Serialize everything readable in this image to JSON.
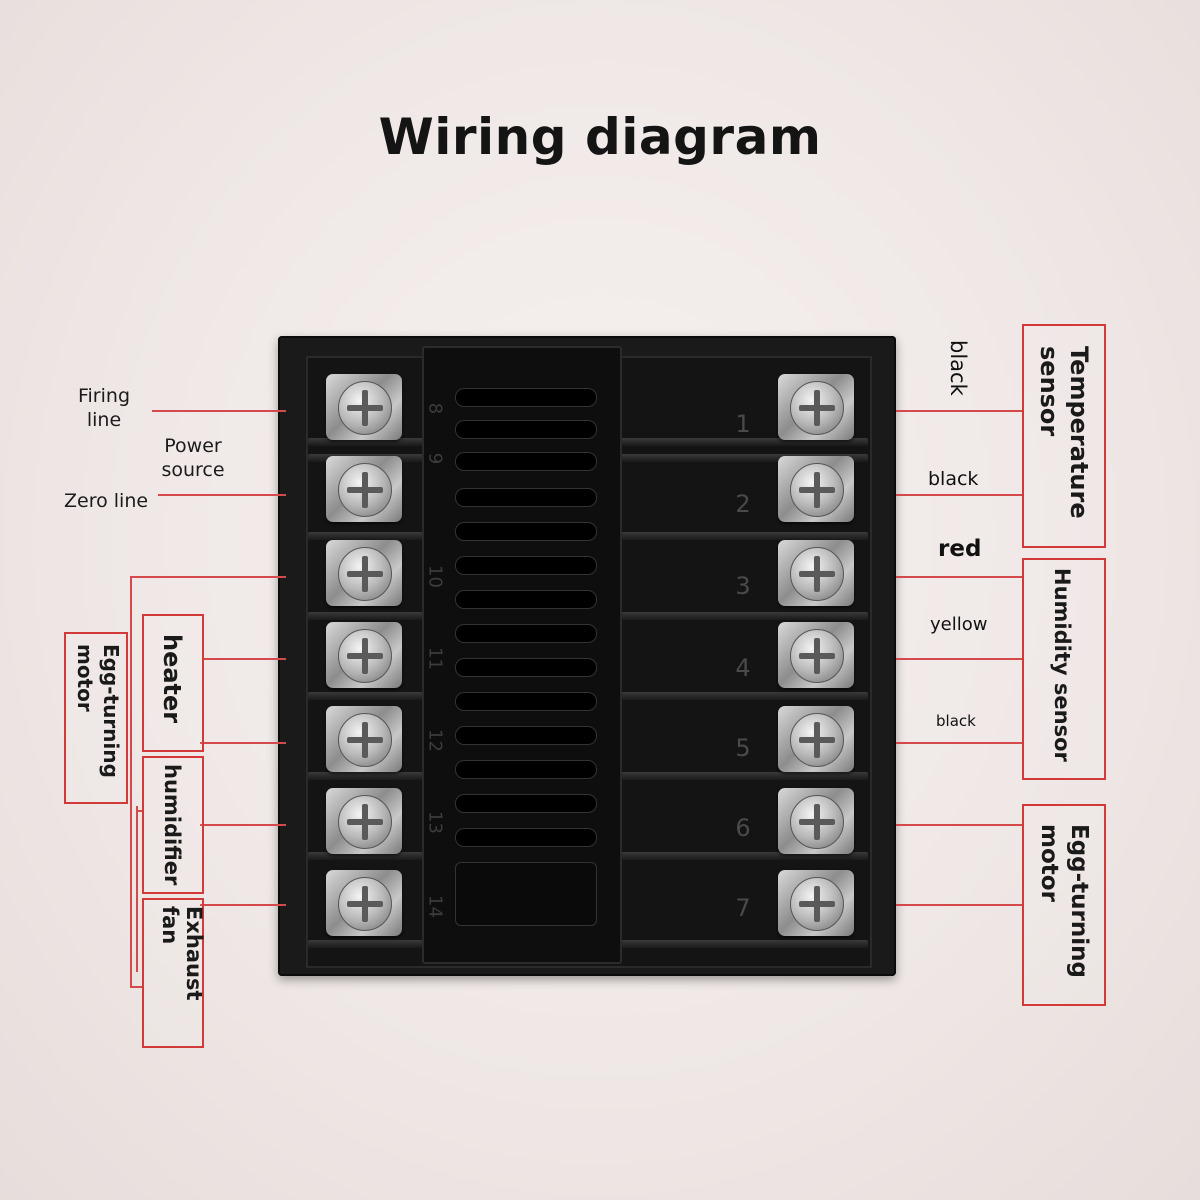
{
  "title": "Wiring diagram",
  "left_labels": {
    "firing_line": "Firing\nline",
    "power_source": "Power\nsource",
    "zero_line": "Zero line"
  },
  "left_boxes": {
    "egg_turning": "Egg-turning motor",
    "heater": "heater",
    "humidifier": "humidifier",
    "exhaust_fan": "Exhaust fan"
  },
  "right_boxes": {
    "temperature_sensor": "Temperature sensor",
    "humidity_sensor": "Humidity sensor",
    "egg_turning": "Egg-turning motor"
  },
  "wire_colors": {
    "w1": "black",
    "w2": "black",
    "w3": "red",
    "w4": "yellow",
    "w5": "black"
  },
  "right_pins": [
    "1",
    "2",
    "3",
    "4",
    "5",
    "6",
    "7"
  ],
  "left_pins": [
    "8",
    "9",
    "10",
    "11",
    "12",
    "13",
    "14"
  ],
  "colors": {
    "annotation_red": "#d23a3a",
    "device_body": "#1a1a1a"
  }
}
